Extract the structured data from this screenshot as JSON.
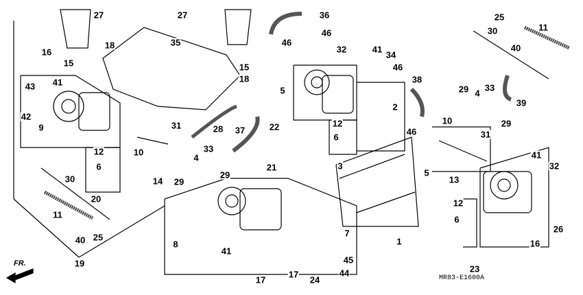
{
  "diagram": {
    "labels": [
      "27",
      "27",
      "36",
      "46",
      "25",
      "11",
      "30",
      "40",
      "16",
      "18",
      "35",
      "15",
      "15",
      "18",
      "46",
      "32",
      "41",
      "34",
      "46",
      "43",
      "41",
      "5",
      "38",
      "29",
      "4",
      "33",
      "39",
      "42",
      "9",
      "2",
      "31",
      "22",
      "12",
      "6",
      "28",
      "37",
      "29",
      "46",
      "10",
      "31",
      "10",
      "12",
      "6",
      "33",
      "4",
      "29",
      "14",
      "29",
      "3",
      "5",
      "13",
      "41",
      "32",
      "21",
      "30",
      "20",
      "11",
      "25",
      "40",
      "8",
      "7",
      "41",
      "1",
      "12",
      "6",
      "26",
      "16",
      "19",
      "17",
      "17",
      "24",
      "45",
      "44",
      "23"
    ],
    "front_arrow": "FR.",
    "drawing_code": "MR83-E1600A"
  }
}
